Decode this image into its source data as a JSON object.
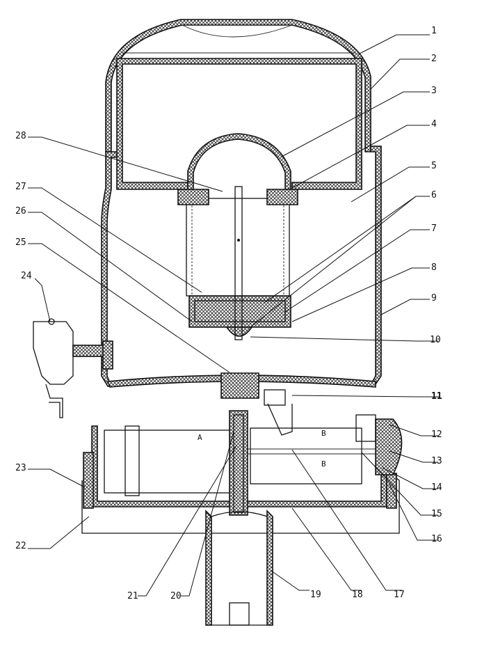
{
  "labels": [
    "1",
    "2",
    "3",
    "4",
    "5",
    "6",
    "7",
    "8",
    "9",
    "10",
    "11",
    "12",
    "13",
    "14",
    "15",
    "16",
    "17",
    "18",
    "19",
    "20",
    "21",
    "22",
    "23",
    "24",
    "25",
    "26",
    "27",
    "28"
  ],
  "inner_marks": {
    "a": "A",
    "b_top": "B",
    "b_bottom": "B"
  }
}
